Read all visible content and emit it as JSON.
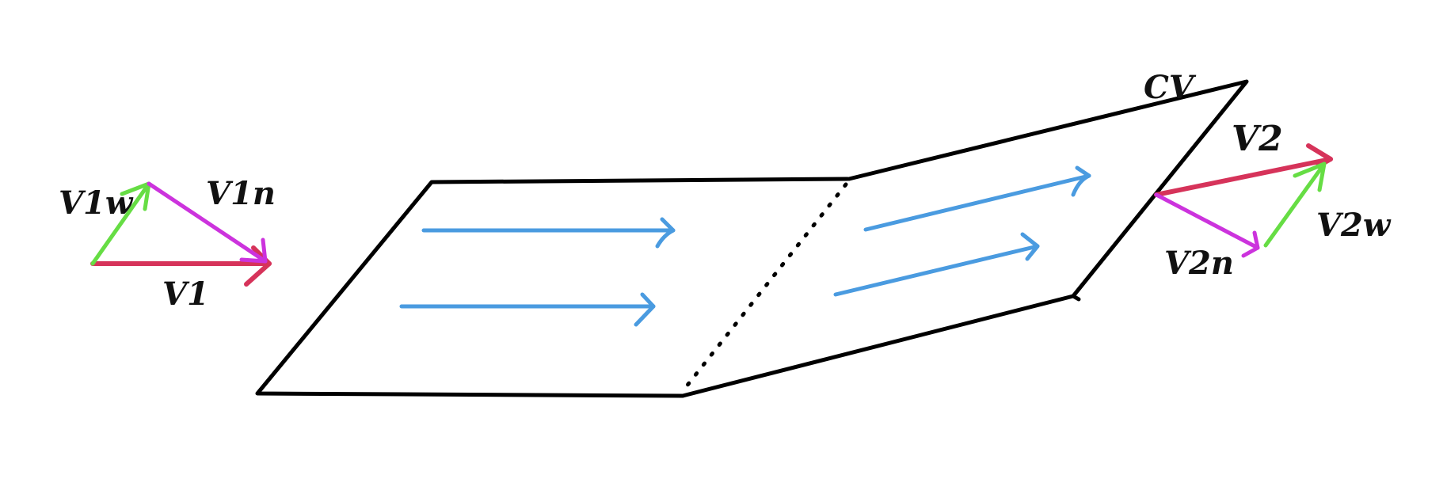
{
  "labels": {
    "control_volume": "CV",
    "v1": "V1",
    "v1n": "V1n",
    "v1w": "V1w",
    "v2": "V2",
    "v2n": "V2n",
    "v2w": "V2w"
  },
  "colors": {
    "outline": "#000000",
    "flow_arrow": "#4a9be0",
    "resultant_vector": "#d6335a",
    "normal_component": "#cc33dd",
    "tangential_component": "#66dd44"
  },
  "icons": {
    "flow_arrow": "arrow-right-icon"
  }
}
